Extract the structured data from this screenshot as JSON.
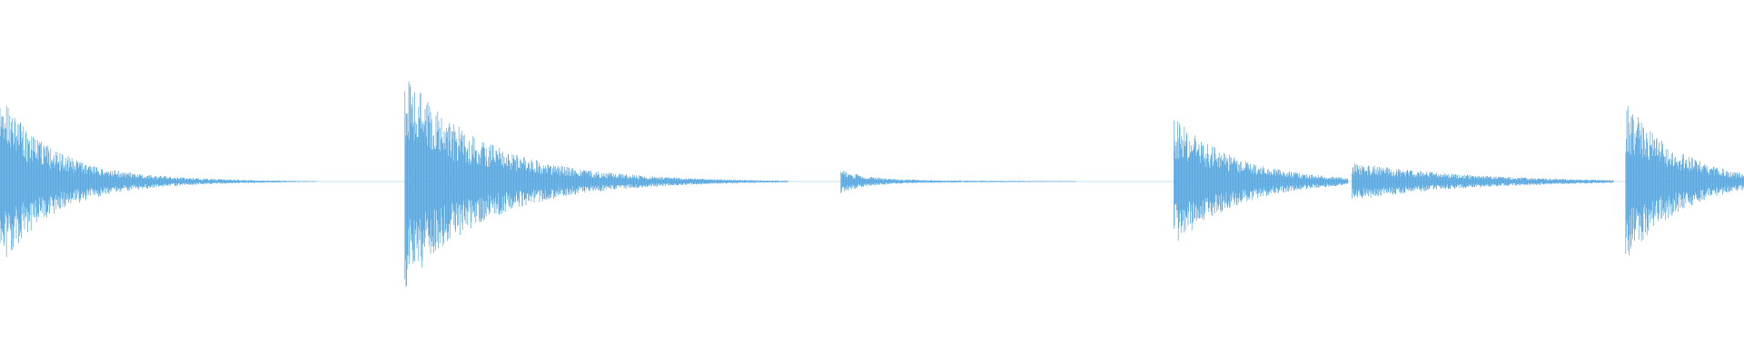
{
  "waveform": {
    "color": "#5aa9e0",
    "background": "#ffffff",
    "baseline_level": 0.0,
    "onsets": [
      {
        "at": 0.0,
        "peak": 0.46,
        "decay": 0.03,
        "floor": 0.02,
        "tail": 0.19
      },
      {
        "at": 0.232,
        "peak": 0.58,
        "decay": 0.045,
        "floor": 0.015,
        "tail": 0.22
      },
      {
        "at": 0.482,
        "peak": 0.06,
        "decay": 0.015,
        "floor": 0.008,
        "tail": 0.18
      },
      {
        "at": 0.673,
        "peak": 0.35,
        "decay": 0.035,
        "floor": 0.012,
        "tail": 0.1
      },
      {
        "at": 0.775,
        "peak": 0.1,
        "decay": 0.06,
        "floor": 0.008,
        "tail": 0.15
      },
      {
        "at": 0.932,
        "peak": 0.42,
        "decay": 0.03,
        "floor": 0.03,
        "tail": 0.07
      }
    ]
  }
}
